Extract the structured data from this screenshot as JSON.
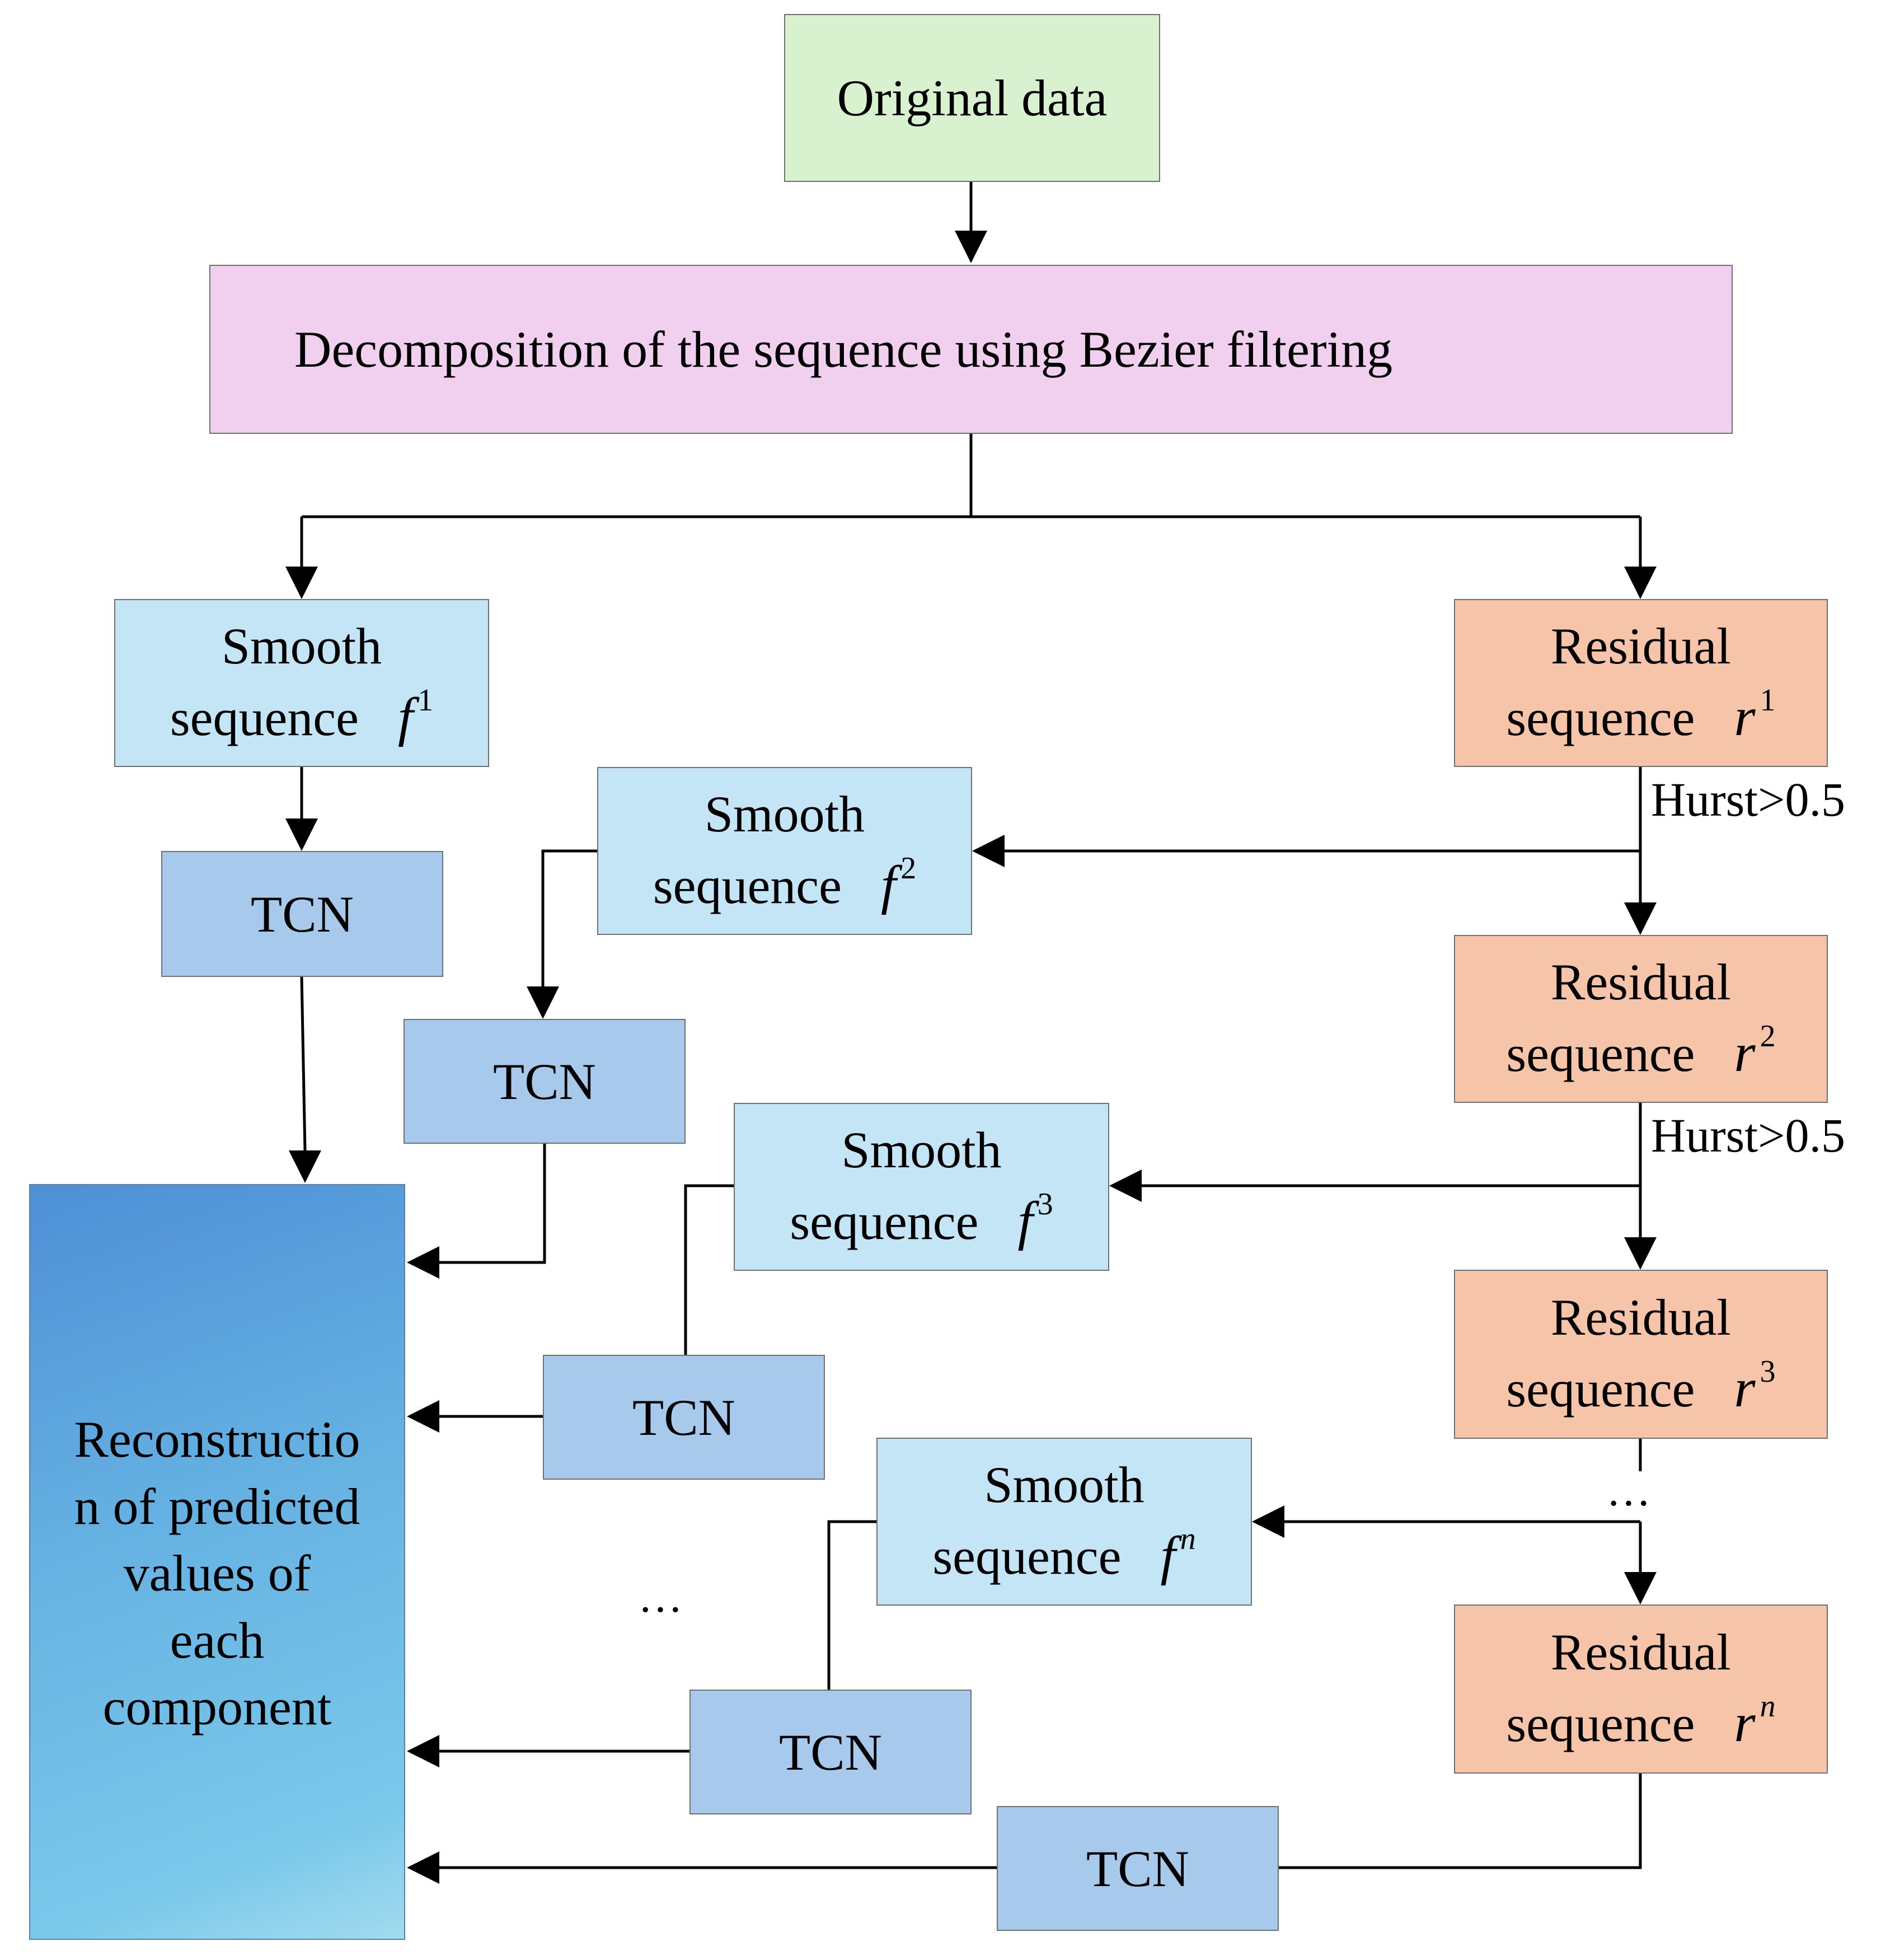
{
  "original": {
    "label": "Original data"
  },
  "decomposition": {
    "label": "Decomposition of the sequence using Bezier filtering"
  },
  "smooth": [
    {
      "word1": "Smooth",
      "word2": "sequence",
      "symbol": "f",
      "superscript": "1"
    },
    {
      "word1": "Smooth",
      "word2": "sequence",
      "symbol": "f",
      "superscript": "2"
    },
    {
      "word1": "Smooth",
      "word2": "sequence",
      "symbol": "f",
      "superscript": "3"
    },
    {
      "word1": "Smooth",
      "word2": "sequence",
      "symbol": "f",
      "superscript": "n"
    }
  ],
  "residual": [
    {
      "word1": "Residual",
      "word2": "sequence",
      "symbol": "r",
      "superscript": "1"
    },
    {
      "word1": "Residual",
      "word2": "sequence",
      "symbol": "r",
      "superscript": "2"
    },
    {
      "word1": "Residual",
      "word2": "sequence",
      "symbol": "r",
      "superscript": "3"
    },
    {
      "word1": "Residual",
      "word2": "sequence",
      "symbol": "r",
      "superscript": "n"
    }
  ],
  "tcn_label": "TCN",
  "hurst_label": "Hurst>0.5",
  "ellipsis": "…",
  "reconstruction": {
    "lines": [
      "Reconstructio",
      "n of predicted",
      "values of",
      "each",
      "component"
    ]
  },
  "colors": {
    "original_fill": "#d8f2d0",
    "decomposition_fill": "#f1cfee",
    "smooth_fill": "#c4e5f6",
    "residual_fill": "#f6c4a8",
    "tcn_fill": "#a6c9ec",
    "reconstruction_fill": "#66b3e3",
    "line": "#000000"
  }
}
